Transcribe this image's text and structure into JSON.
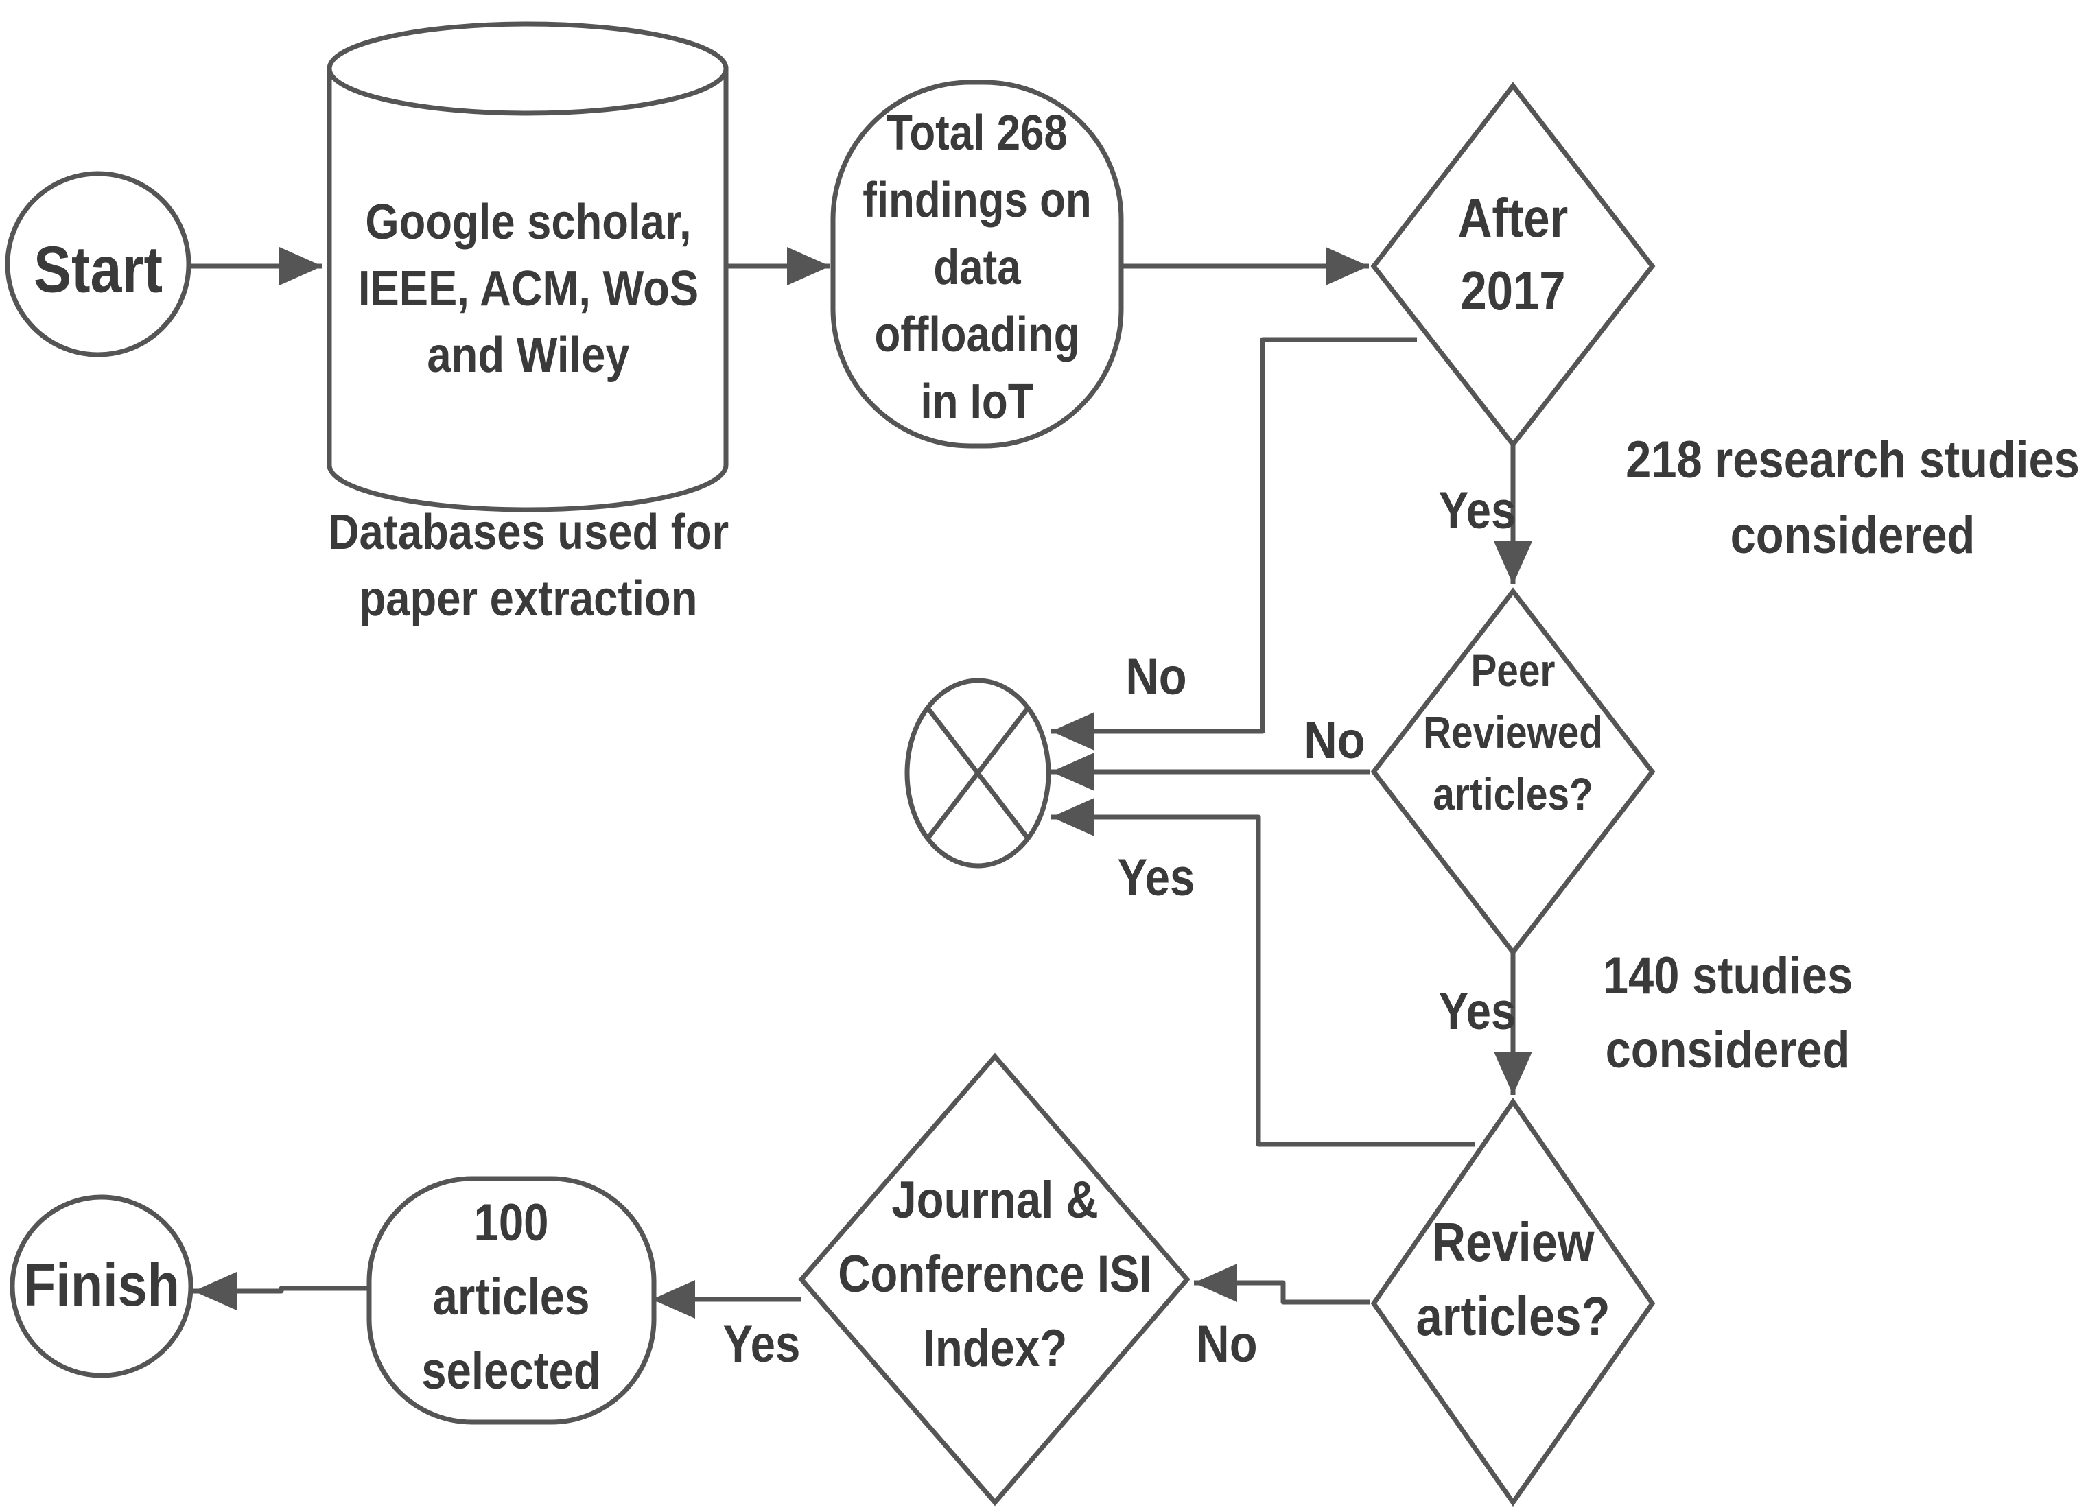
{
  "nodes": {
    "start": {
      "label": "Start"
    },
    "databases": {
      "lines": [
        "Google scholar,",
        "IEEE, ACM,  WoS",
        "and  Wiley"
      ]
    },
    "databases_caption": {
      "lines": [
        "Databases used for",
        "paper extraction"
      ]
    },
    "total_findings": {
      "lines": [
        "Total 268",
        "findings on",
        "data",
        "offloading",
        "in IoT"
      ]
    },
    "after_2017": {
      "lines": [
        "After",
        "2017"
      ]
    },
    "after_2017_note": {
      "lines": [
        "218 research studies",
        "considered"
      ]
    },
    "peer_reviewed": {
      "lines": [
        "Peer",
        "Reviewed",
        "articles?"
      ]
    },
    "peer_reviewed_note": {
      "lines": [
        "140 studies",
        "considered"
      ]
    },
    "review_articles": {
      "lines": [
        "Review",
        "articles?"
      ]
    },
    "journal_conference": {
      "lines": [
        "Journal &",
        "Conference ISI",
        "Index?"
      ]
    },
    "selected": {
      "lines": [
        "100",
        "articles",
        "selected"
      ]
    },
    "finish": {
      "label": "Finish"
    },
    "reject": {
      "symbol": "excluded"
    }
  },
  "edge_labels": {
    "after_2017_no": "No",
    "after_2017_yes": "Yes",
    "peer_reviewed_no": "No",
    "peer_reviewed_yes": "Yes",
    "review_articles_yes": "Yes",
    "review_articles_no": "No",
    "journal_conference_yes": "Yes"
  }
}
